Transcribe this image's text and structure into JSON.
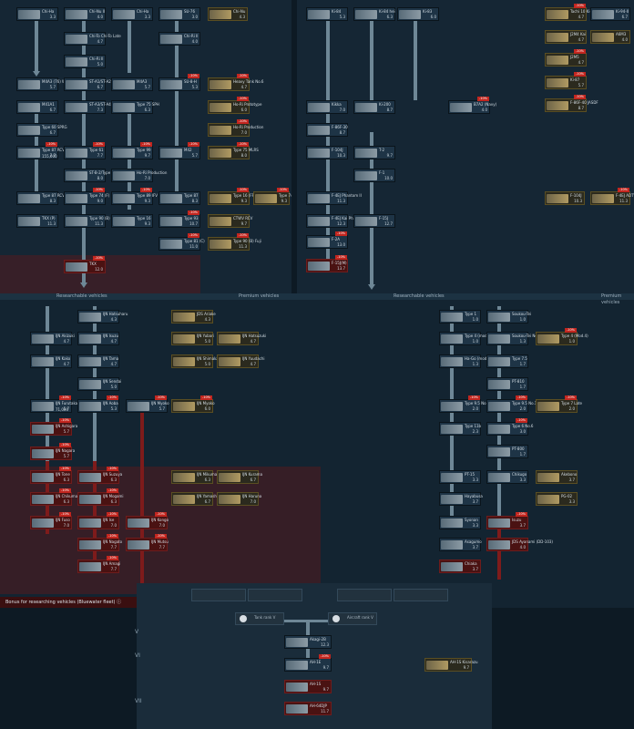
{
  "headers": {
    "research_left": "Researchable vehicles",
    "premium_left": "Premium vehicles",
    "research_right": "Researchable vehicles",
    "premium_right": "Premium vehicles"
  },
  "bonus_text": "Bonus for researching vehicles (Bluewater fleet)",
  "crew": [
    {
      "label": "Tank rank V"
    },
    {
      "label": "Aircraft rank V"
    }
  ],
  "ranks": [
    "V",
    "VI",
    "VII"
  ],
  "cards": [
    {
      "name": "Chi-Ha",
      "br": "3.3",
      "cost": ""
    },
    {
      "name": "Chi-Nu II",
      "br": "4.0",
      "cost": ""
    },
    {
      "name": "Type 87 RCV (P)",
      "br": "7.7",
      "cost": "155,000"
    },
    {
      "name": "Type 74 (F)",
      "br": "9.0",
      "cost": ""
    },
    {
      "name": "Type 90 (B)",
      "br": "11.3",
      "cost": ""
    },
    {
      "name": "Type 16",
      "br": "9.3",
      "cost": ""
    },
    {
      "name": "Type 10",
      "br": "11.7",
      "cost": ""
    },
    {
      "name": "TKX",
      "br": "12.0",
      "cost": ""
    },
    {
      "name": "Type 99",
      "br": "9.7",
      "cost": ""
    },
    {
      "name": "ST-B-2/Type 74",
      "br": "8.0",
      "cost": ""
    },
    {
      "name": "Type 89 IFV",
      "br": "9.3",
      "cost": ""
    },
    {
      "name": "Type 93",
      "br": "10.7",
      "cost": ""
    },
    {
      "name": "Type 81 (C)",
      "br": "11.0",
      "cost": ""
    },
    {
      "name": "Ki-84 hei",
      "br": "6.3",
      "cost": ""
    },
    {
      "name": "Kikka",
      "br": "7.0",
      "cost": ""
    },
    {
      "name": "F-86F-30",
      "br": "8.7",
      "cost": ""
    },
    {
      "name": "F-104J",
      "br": "10.3",
      "cost": ""
    },
    {
      "name": "F-4EJ Phantom II",
      "br": "11.3",
      "cost": ""
    },
    {
      "name": "F-4EJ Kai Phantom II",
      "br": "12.3",
      "cost": ""
    },
    {
      "name": "F-2A",
      "br": "13.0",
      "cost": ""
    },
    {
      "name": "T-2",
      "br": "9.7",
      "cost": ""
    },
    {
      "name": "F-1",
      "br": "10.0",
      "cost": ""
    },
    {
      "name": "F-15J(M)",
      "br": "13.7",
      "cost": ""
    },
    {
      "name": "F-15J",
      "br": "12.7",
      "cost": ""
    },
    {
      "name": "IJN Akizuki",
      "br": "4.7",
      "cost": ""
    },
    {
      "name": "IJN Kako",
      "br": "4.7",
      "cost": ""
    },
    {
      "name": "IJN Furutaka",
      "br": "5.7",
      "cost": "71,000"
    },
    {
      "name": "IJN Yubari",
      "br": "5.0",
      "cost": ""
    },
    {
      "name": "IJN Shimakaze",
      "br": "5.0",
      "cost": ""
    },
    {
      "name": "IJN Kongo",
      "br": "7.0",
      "cost": ""
    },
    {
      "name": "IJN Nagato",
      "br": "7.7",
      "cost": ""
    },
    {
      "name": "IJN Mutsu",
      "br": "7.7",
      "cost": ""
    },
    {
      "name": "Type 1",
      "br": "1.0",
      "cost": ""
    },
    {
      "name": "Type 7.5",
      "br": "2.0",
      "cost": ""
    },
    {
      "name": "PT-800",
      "br": "1.7",
      "cost": ""
    },
    {
      "name": "Chikugo",
      "br": "3.3",
      "cost": ""
    },
    {
      "name": "Isuzu",
      "br": "3.7",
      "cost": ""
    },
    {
      "name": "Akebono",
      "br": "3.7",
      "cost": ""
    },
    {
      "name": "JDS Ayanami (DD-103)",
      "br": "4.0",
      "cost": ""
    },
    {
      "name": "Chiaka",
      "br": "3.7",
      "cost": ""
    },
    {
      "name": "Akagi-2B",
      "br": "12.3",
      "cost": ""
    },
    {
      "name": "AH-1S",
      "br": "9.7",
      "cost": ""
    },
    {
      "name": "AH-64DJP",
      "br": "11.7",
      "cost": ""
    },
    {
      "name": "AH-1S Kisarazu",
      "br": "9.7",
      "cost": ""
    }
  ]
}
